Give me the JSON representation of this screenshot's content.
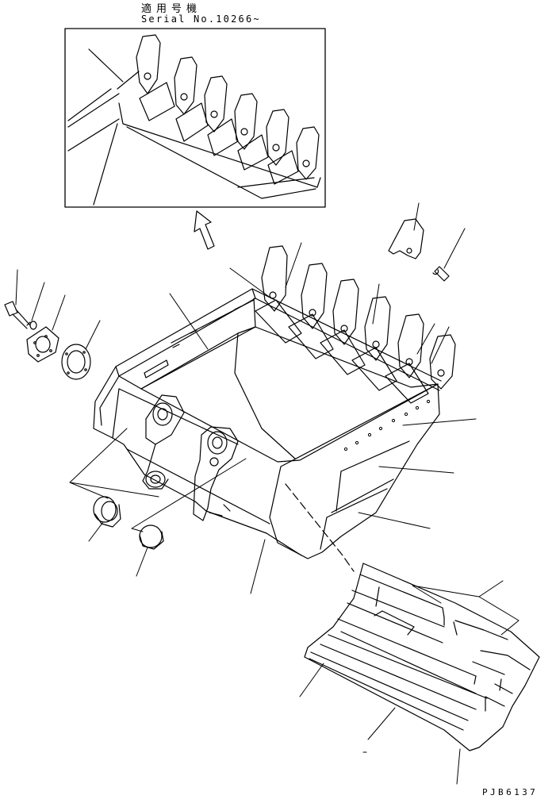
{
  "header": {
    "applicable_models_label": "適用号機",
    "serial_label": "Serial No.10266~"
  },
  "footer": {
    "drawing_code": "PJB6137"
  },
  "colors": {
    "ink": "#000000",
    "paper": "#ffffff"
  }
}
